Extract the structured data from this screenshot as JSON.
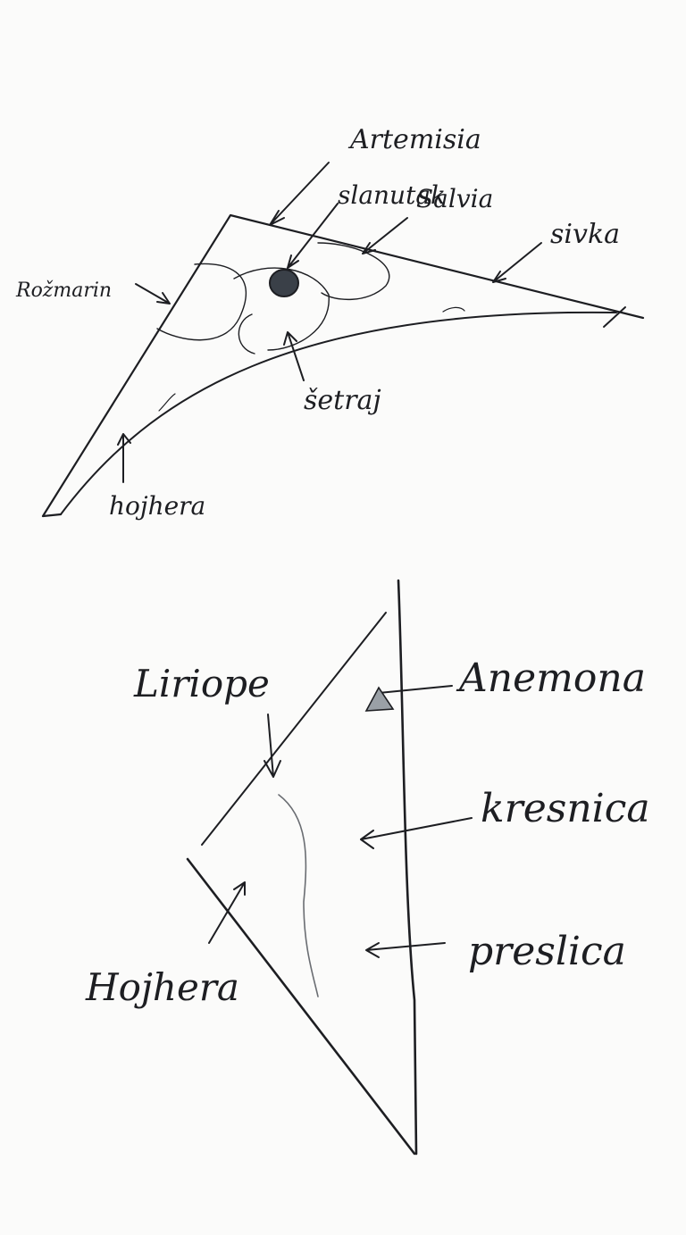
{
  "diagram_top": {
    "labels": {
      "artemisia": "Artemisia",
      "slanutak": "slanutak",
      "salvia": "Salvia",
      "sivka": "sivka",
      "rosmarin": "Rožmarin",
      "setraj": "šetraj",
      "hojhera": "hojhera"
    }
  },
  "diagram_bottom": {
    "labels": {
      "liriope": "Liriope",
      "anemona": "Anemona",
      "kresnica": "kresnica",
      "presliga": "preslica",
      "hojhera": "Hojhera"
    }
  },
  "colors": {
    "ink": "#1d1e22",
    "paper": "#fbfbfa",
    "fill_dot": "#3a4048",
    "fill_tri": "#9aa0a6"
  }
}
